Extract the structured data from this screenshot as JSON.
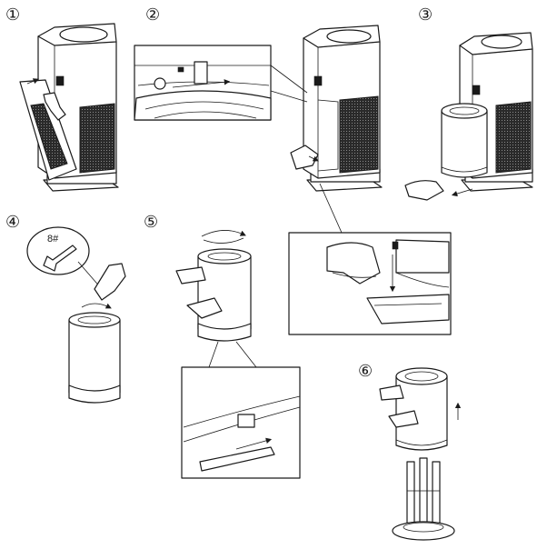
{
  "steps": [
    {
      "number": "①"
    },
    {
      "number": "②"
    },
    {
      "number": "③"
    },
    {
      "number": "④"
    },
    {
      "number": "⑤"
    },
    {
      "number": "⑥"
    }
  ],
  "wrench_label": "8#",
  "colors": {
    "line": "#1a1a1a",
    "fill": "#ffffff",
    "mesh": "#2a2a2a"
  },
  "icons": [
    "air-purifier",
    "hand",
    "wrench",
    "rotate-arrow",
    "filter-cartridge",
    "filter-stand"
  ]
}
